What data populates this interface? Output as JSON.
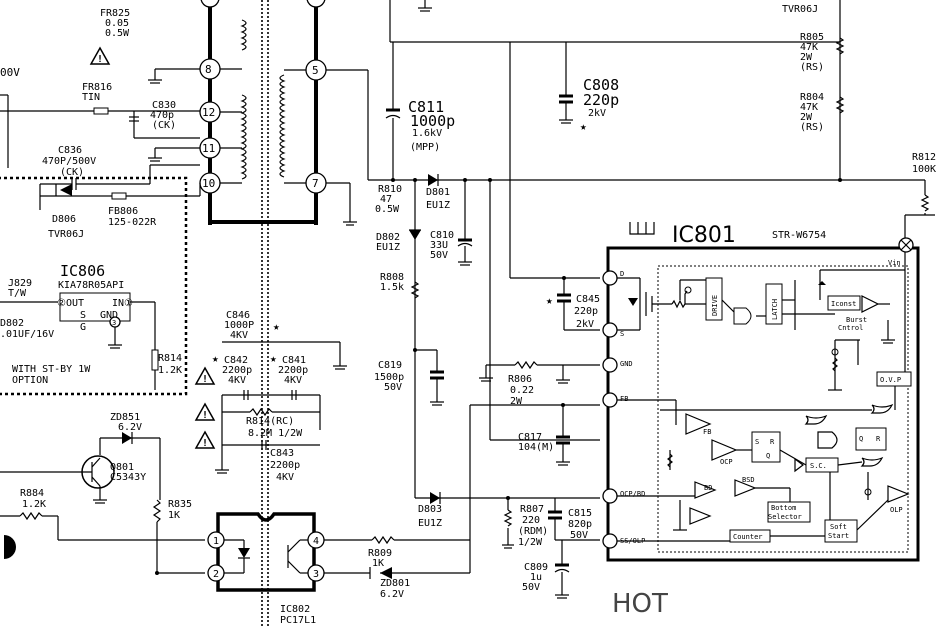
{
  "labels": {
    "fr825": "FR825",
    "fr825_v1": "0.05",
    "fr825_v2": "0.5W",
    "left_00v": "00V",
    "fr816": "FR816",
    "tin": "TIN",
    "c830": "C830",
    "c830_v": "470p",
    "c830_t": "(CK)",
    "c836": "C836",
    "c836_v": "470P/500V",
    "c836_t": "(CK)",
    "d806": "D806",
    "d806_t": "TVR06J",
    "fb806": "FB806",
    "fb806_t": "125-022R",
    "ic806": "IC806",
    "ic806_t": "KIA78R05API",
    "j829": "J829",
    "j829_t": "T/W",
    "pin2": "②OUT",
    "pin1": "IN①",
    "pin3_s": "S",
    "pin3_gnd": "GND",
    "pin3_g": "G",
    "d802": "D802",
    "d802_v": ".01UF/16V",
    "stby1": "WITH ST-BY  1W",
    "stby2": "OPTION",
    "r814": "R814",
    "r814_v": "1.2K",
    "zd851": "ZD851",
    "zd851_v": "6.2V",
    "q801": "Q801",
    "q801_t": "C5343Y",
    "r884": "R884",
    "r884_v": "1.2K",
    "r835": "R835",
    "r835_v": "1K",
    "c846": "C846",
    "c846_v": "1000P",
    "c846_kv": "4KV",
    "c842": "C842",
    "c842_v": "2200p",
    "c842_kv": "4KV",
    "c841": "C841",
    "c841_v": "2200p",
    "c841_kv": "4KV",
    "r814rc": "R814(RC)",
    "r814rc_v": "8.2M 1/2W",
    "c843": "C843",
    "c843_v": "2200p",
    "c843_kv": "4KV",
    "ic802": "IC802",
    "ic802_t": "PC17L1",
    "r809": "R809",
    "r809_v": "1K",
    "zd801": "ZD801",
    "zd801_v": "6.2V",
    "c811": "C811",
    "c811_v": "1000p",
    "c811_kv": "1.6kV",
    "c811_t": "(MPP)",
    "c808": "C808",
    "c808_v": "220p",
    "c808_kv": "2kV",
    "tvr06j": "TVR06J",
    "r805": "R805",
    "r805_v": "47K",
    "r805_w": "2W",
    "r805_t": "(RS)",
    "r804": "R804",
    "r804_v": "47K",
    "r804_w": "2W",
    "r804_t": "(RS)",
    "r812": "R812",
    "r812_v": "100K",
    "r810": "R810",
    "r810_v": "47",
    "r810_w": "0.5W",
    "d801": "D801",
    "d801_t": "EU1Z",
    "d802b": "D802",
    "d802b_t": "EU1Z",
    "c810": "C810",
    "c810_v": "33U",
    "c810_kv": "50V",
    "r808": "R808",
    "r808_v": "1.5k",
    "c845": "C845",
    "c845_v": "220p",
    "c845_kv": "2kV",
    "c819": "C819",
    "c819_v": "1500p",
    "c819_kv": "50V",
    "r806": "R806",
    "r806_v": "0.22",
    "r806_w": "2W",
    "c817": "C817",
    "c817_v": "104(M)",
    "d803": "D803",
    "d803_t": "EU1Z",
    "r807": "R807",
    "r807_v": "220",
    "r807_t": "(RDM)",
    "r807_w": "1/2W",
    "c815": "C815",
    "c815_v": "820p",
    "c815_kv": "50V",
    "c809": "C809",
    "c809_v": "1u",
    "c809_kv": "50V",
    "ic801": "IC801",
    "ic801_t": "STR-W6754",
    "vin": "Vin",
    "pin_d": "D",
    "pin_s": "S",
    "pin_gnd": "GND",
    "pin_fb": "FB",
    "pin_ocp": "OCP/BD",
    "pin_ss": "SS/OLP",
    "drive": "DRIVE",
    "latch": "LATCH",
    "iconst": "Iconst",
    "burst": "Burst",
    "cntrol": "Cntrol",
    "ovp": "O.V.P",
    "fb_int": "FB",
    "ocp_int": "OCP",
    "bd": "BD",
    "bsd": "BSD",
    "sc": "S.C.",
    "s": "S",
    "r": "R",
    "q": "Q",
    "bottom": "Bottom",
    "selector": "Selector",
    "counter": "Counter",
    "soft": "Soft",
    "start": "Start",
    "olp": "OLP",
    "hot": "HOT",
    "t8": "8",
    "t12": "12",
    "t11": "11",
    "t10": "10",
    "t5": "5",
    "t7": "7",
    "o1": "1",
    "o2": "2",
    "o3": "3",
    "o4": "4"
  }
}
